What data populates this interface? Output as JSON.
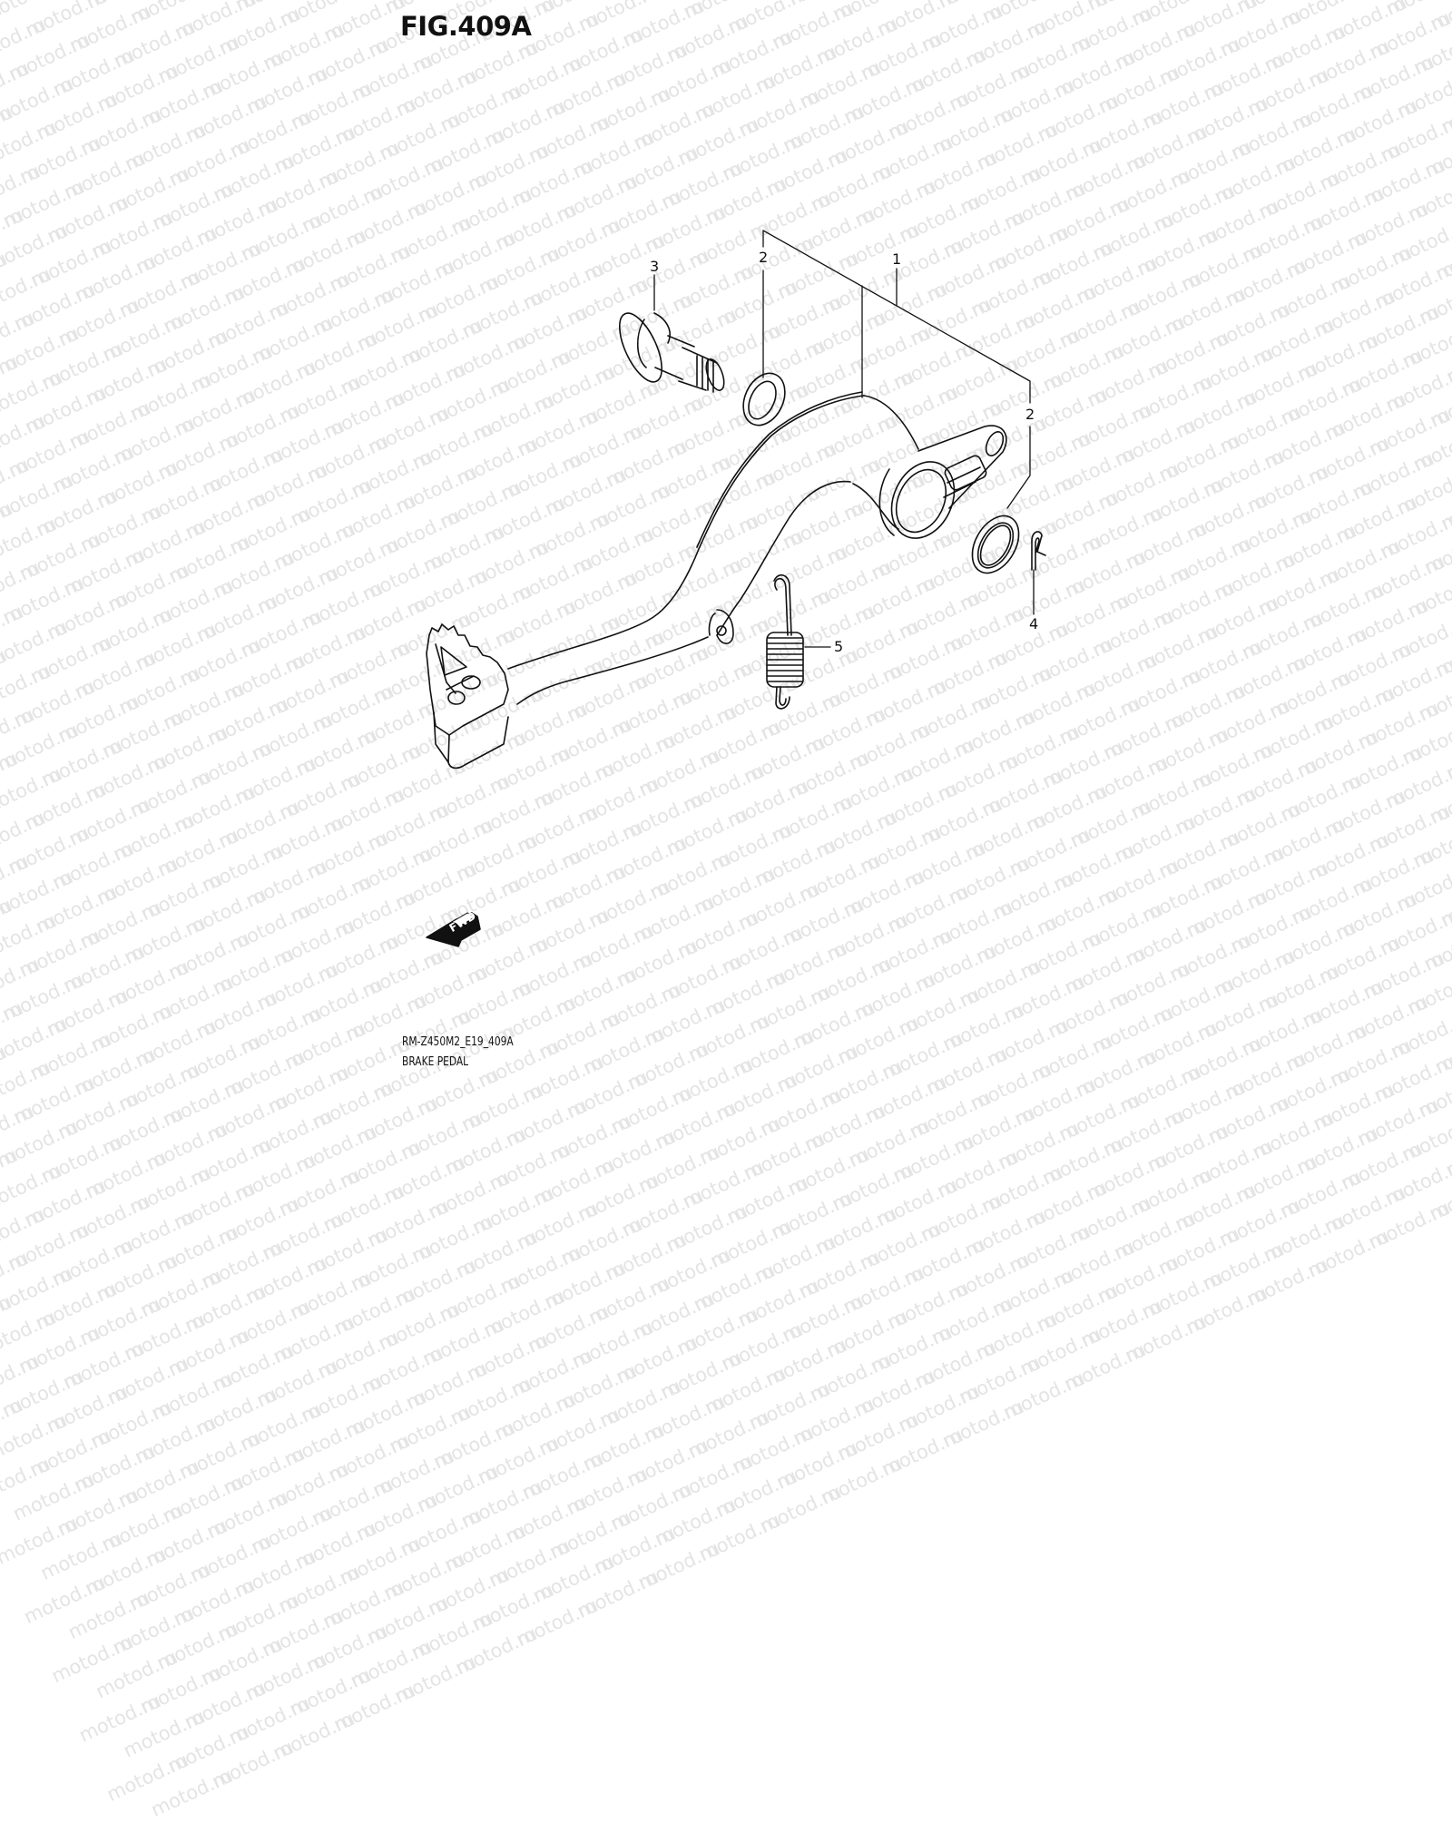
{
  "figure": {
    "title": "FIG.409A",
    "code": "RM-Z450M2_E19_409A",
    "name": "BRAKE PEDAL"
  },
  "watermark": {
    "text": "motod.ru",
    "color": "#e4e4e4"
  },
  "direction_indicator": {
    "label": "FWD",
    "icon": "forward-arrow-icon"
  },
  "callouts": [
    {
      "number": "1",
      "part": "brake-pedal"
    },
    {
      "number": "2",
      "part": "washer-upper"
    },
    {
      "number": "2",
      "part": "washer-lower"
    },
    {
      "number": "3",
      "part": "pivot-bolt"
    },
    {
      "number": "4",
      "part": "cotter-pin"
    },
    {
      "number": "5",
      "part": "return-spring"
    }
  ],
  "colors": {
    "line": "#111111",
    "background": "#ffffff"
  }
}
